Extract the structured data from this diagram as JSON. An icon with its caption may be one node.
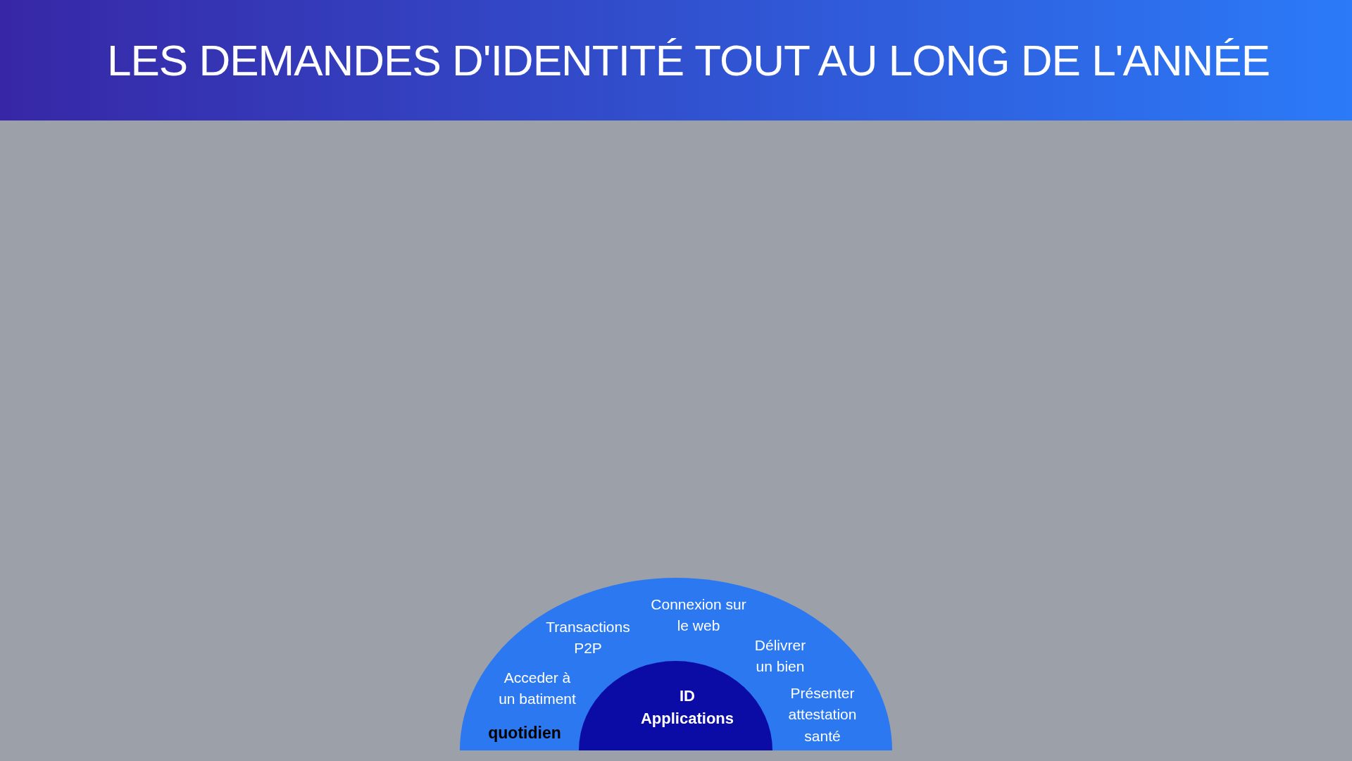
{
  "diagram": {
    "title": "LES DEMANDES D'IDENTITÉ TOUT AU LONG DE L'ANNÉE",
    "nodes": [
      {
        "text": [
          "Connexion sur le web",
          "Transactions P2P",
          "Délivrer un bien",
          "Acceder à un batiment",
          "quotidien",
          "Présenter attestation santé"
        ]
      },
      {
        "text": [
          "ID Applications"
        ],
        "in": 0
      }
    ]
  }
}
